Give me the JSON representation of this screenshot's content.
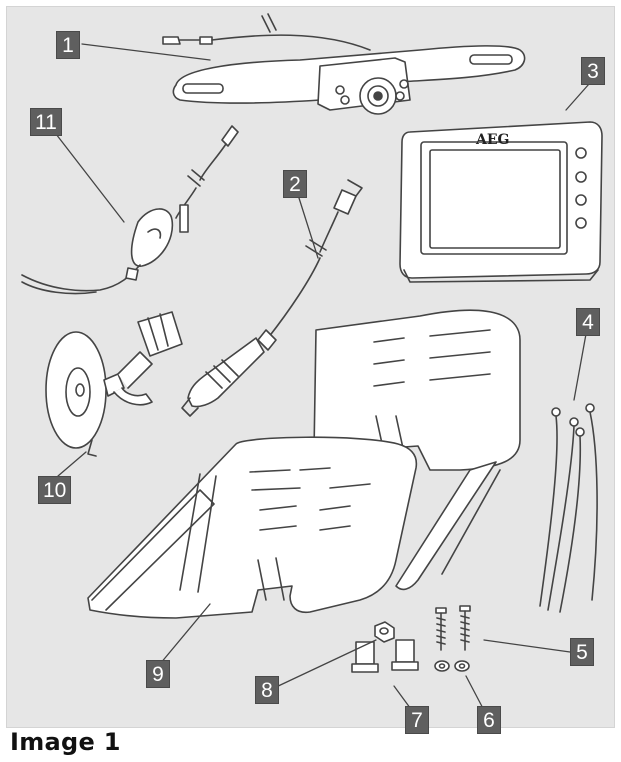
{
  "caption": "Image 1",
  "brand_text": "AEG",
  "colors": {
    "panel_bg": "#e6e6e6",
    "label_bg": "#5f5f5f",
    "label_text": "#ffffff",
    "line": "#444444"
  },
  "callouts": [
    {
      "id": "c1",
      "label": "1"
    },
    {
      "id": "c2",
      "label": "2"
    },
    {
      "id": "c3",
      "label": "3"
    },
    {
      "id": "c4",
      "label": "4"
    },
    {
      "id": "c5",
      "label": "5"
    },
    {
      "id": "c6",
      "label": "6"
    },
    {
      "id": "c7",
      "label": "7"
    },
    {
      "id": "c8",
      "label": "8"
    },
    {
      "id": "c9",
      "label": "9"
    },
    {
      "id": "c10",
      "label": "10"
    },
    {
      "id": "c11",
      "label": "11"
    }
  ]
}
